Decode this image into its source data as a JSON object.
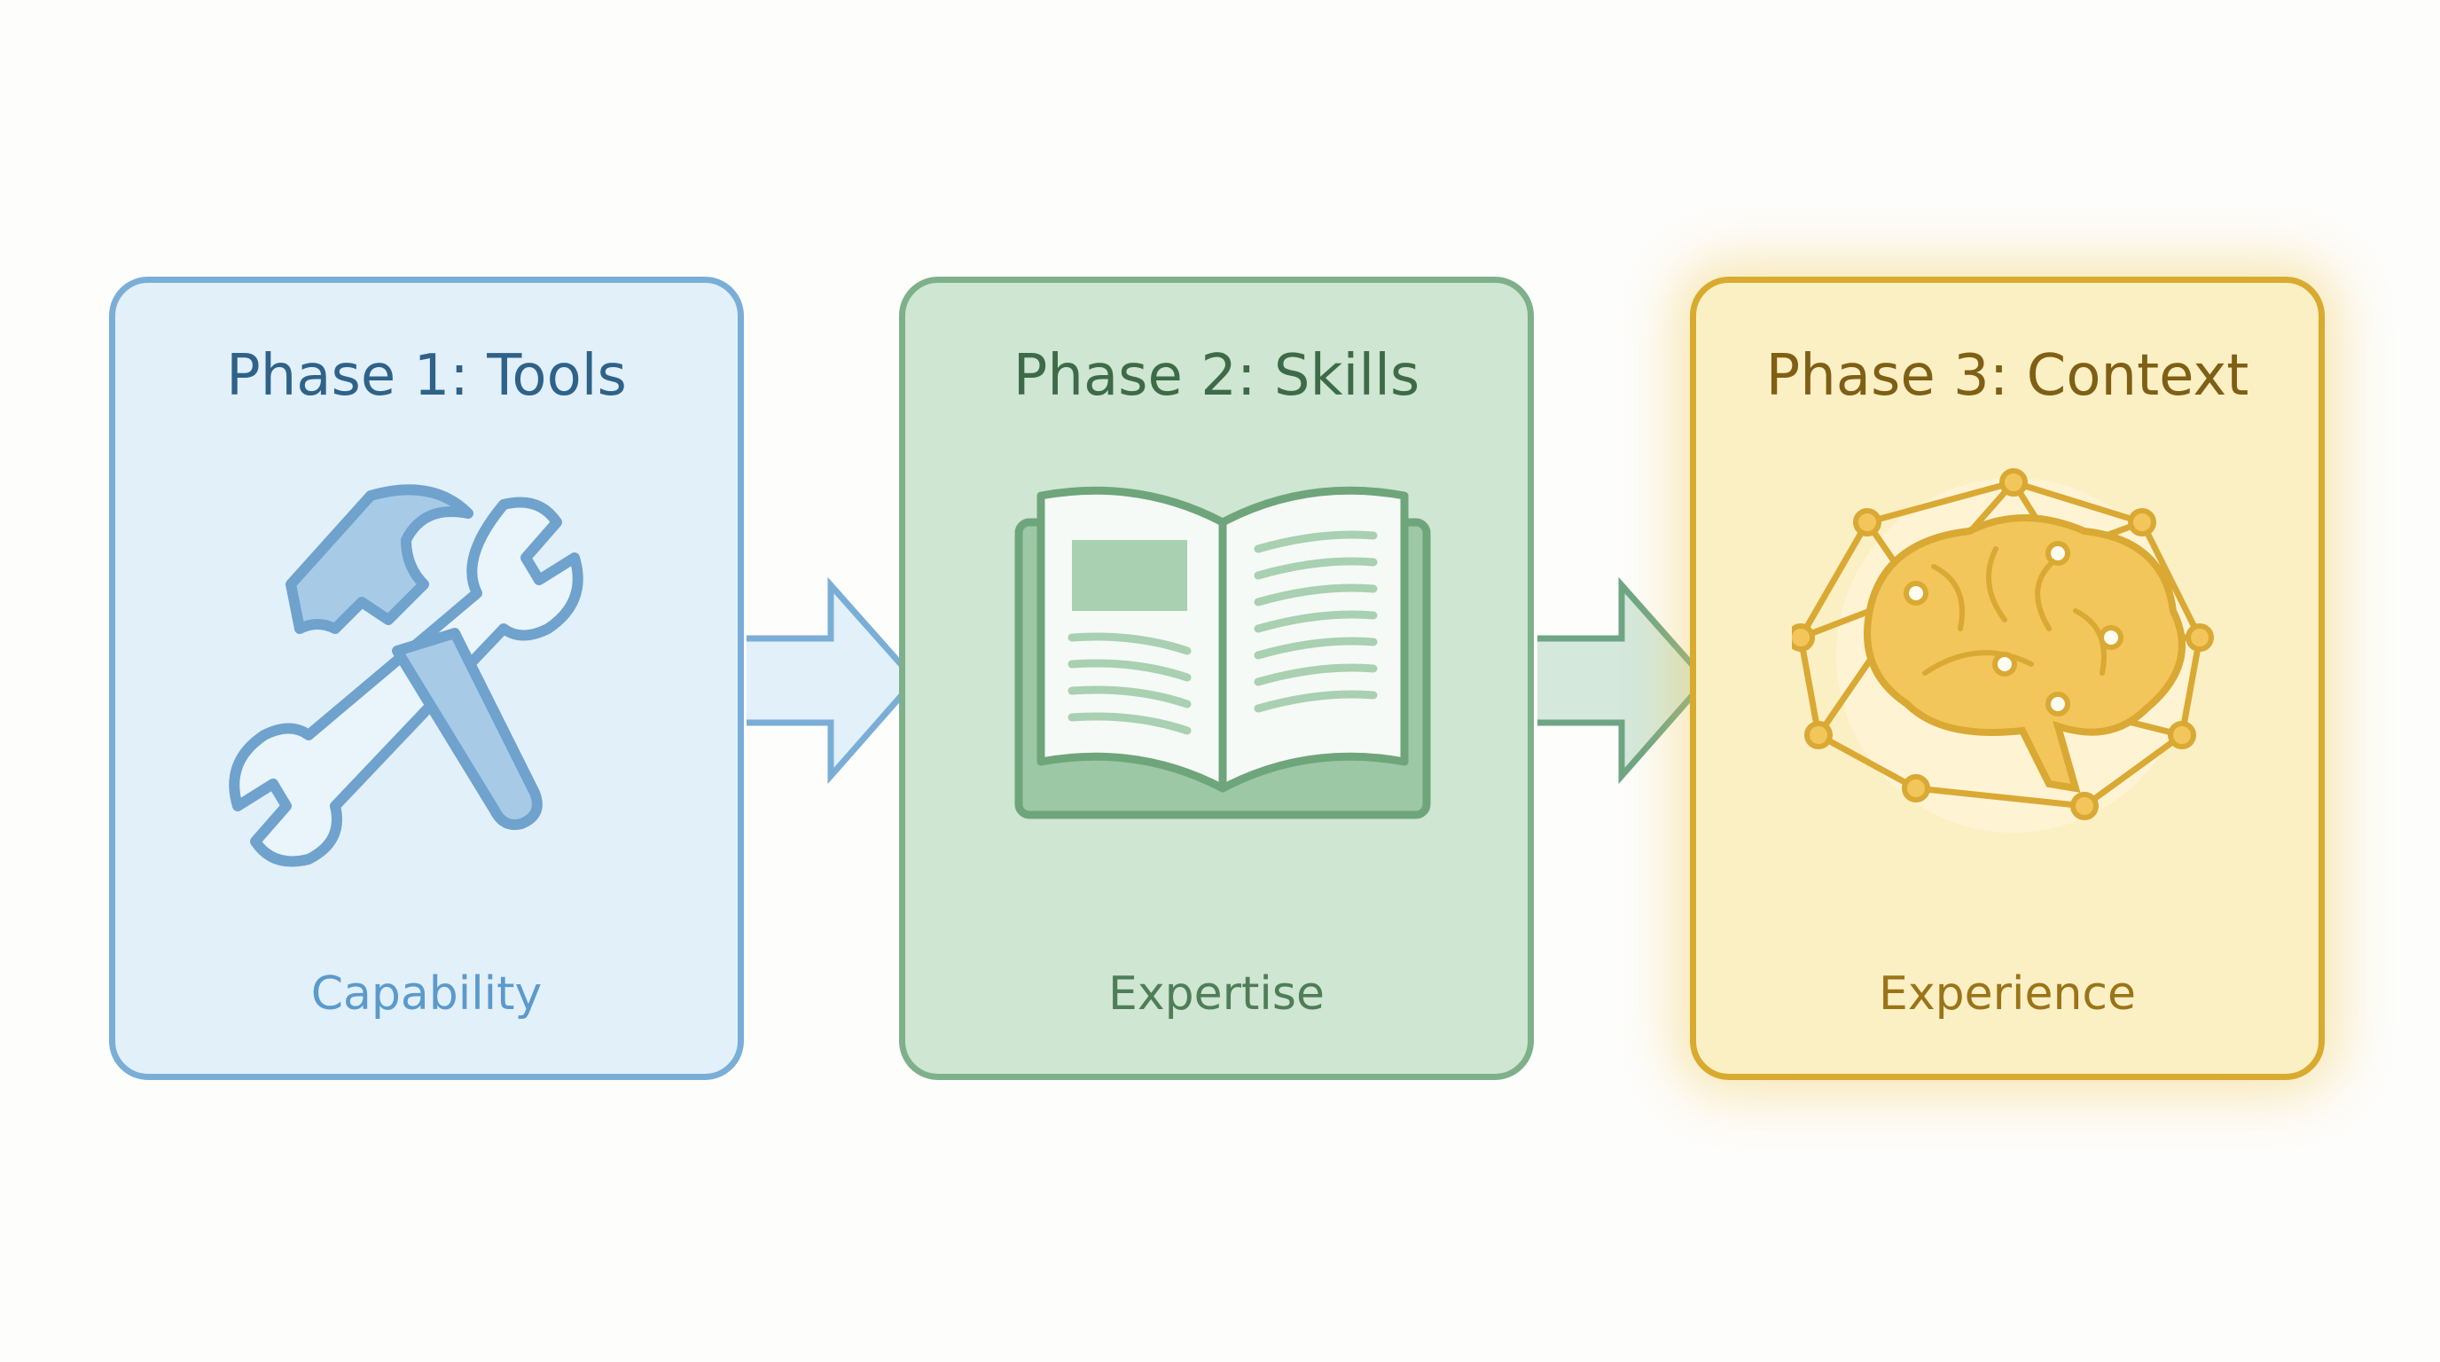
{
  "phases": [
    {
      "title": "Phase 1: Tools",
      "subtitle": "Capability",
      "icon": "hammer-wrench-icon",
      "color": "#7aaed6"
    },
    {
      "title": "Phase 2: Skills",
      "subtitle": "Expertise",
      "icon": "open-book-icon",
      "color": "#7eb08a"
    },
    {
      "title": "Phase 3: Context",
      "subtitle": "Experience",
      "icon": "brain-network-icon",
      "color": "#d8aa2e"
    }
  ]
}
